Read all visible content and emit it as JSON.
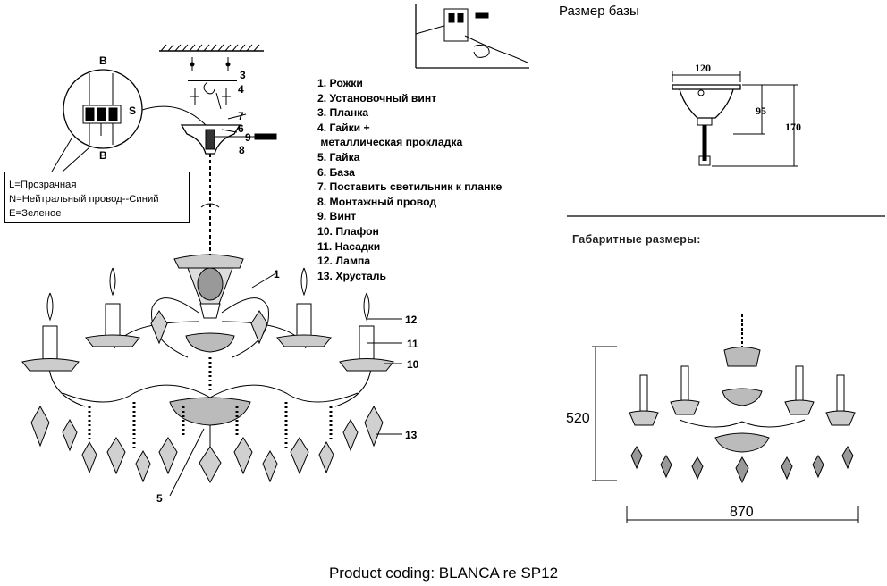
{
  "header": {
    "base_size_title": "Размер базы",
    "overall_size_title": "Габаритные размеры:"
  },
  "parts": [
    "1. Рожки",
    "2. Установочный винт",
    "3. Планка",
    "4. Гайки +",
    " металлическая прокладка",
    "5. Гайка",
    "6. База",
    "7. Поставить светильник к планке",
    "8. Монтажный провод",
    "9. Винт",
    "10. Плафон",
    "11. Насадки",
    "12. Лампа",
    "13. Хрусталь"
  ],
  "wiring_legend": [
    "L=Прозрачная",
    "N=Нейтральный провод--Синий",
    "E=Зеленое"
  ],
  "base_dimensions": {
    "width": "120",
    "depth": "95",
    "height": "170"
  },
  "overall_dimensions": {
    "height": "520",
    "width": "870"
  },
  "callouts": {
    "c1": "1",
    "c12": "12",
    "c11": "11",
    "c10": "10",
    "c13": "13",
    "c5": "5",
    "c7": "7",
    "c6": "6",
    "c9": "9",
    "c8": "8",
    "c3": "3",
    "c4": "4",
    "terminal_top": "B",
    "terminal_bottom": "B",
    "terminal_side": "S"
  },
  "footer": {
    "product_code": "Product coding: BLANCA re SP12"
  }
}
